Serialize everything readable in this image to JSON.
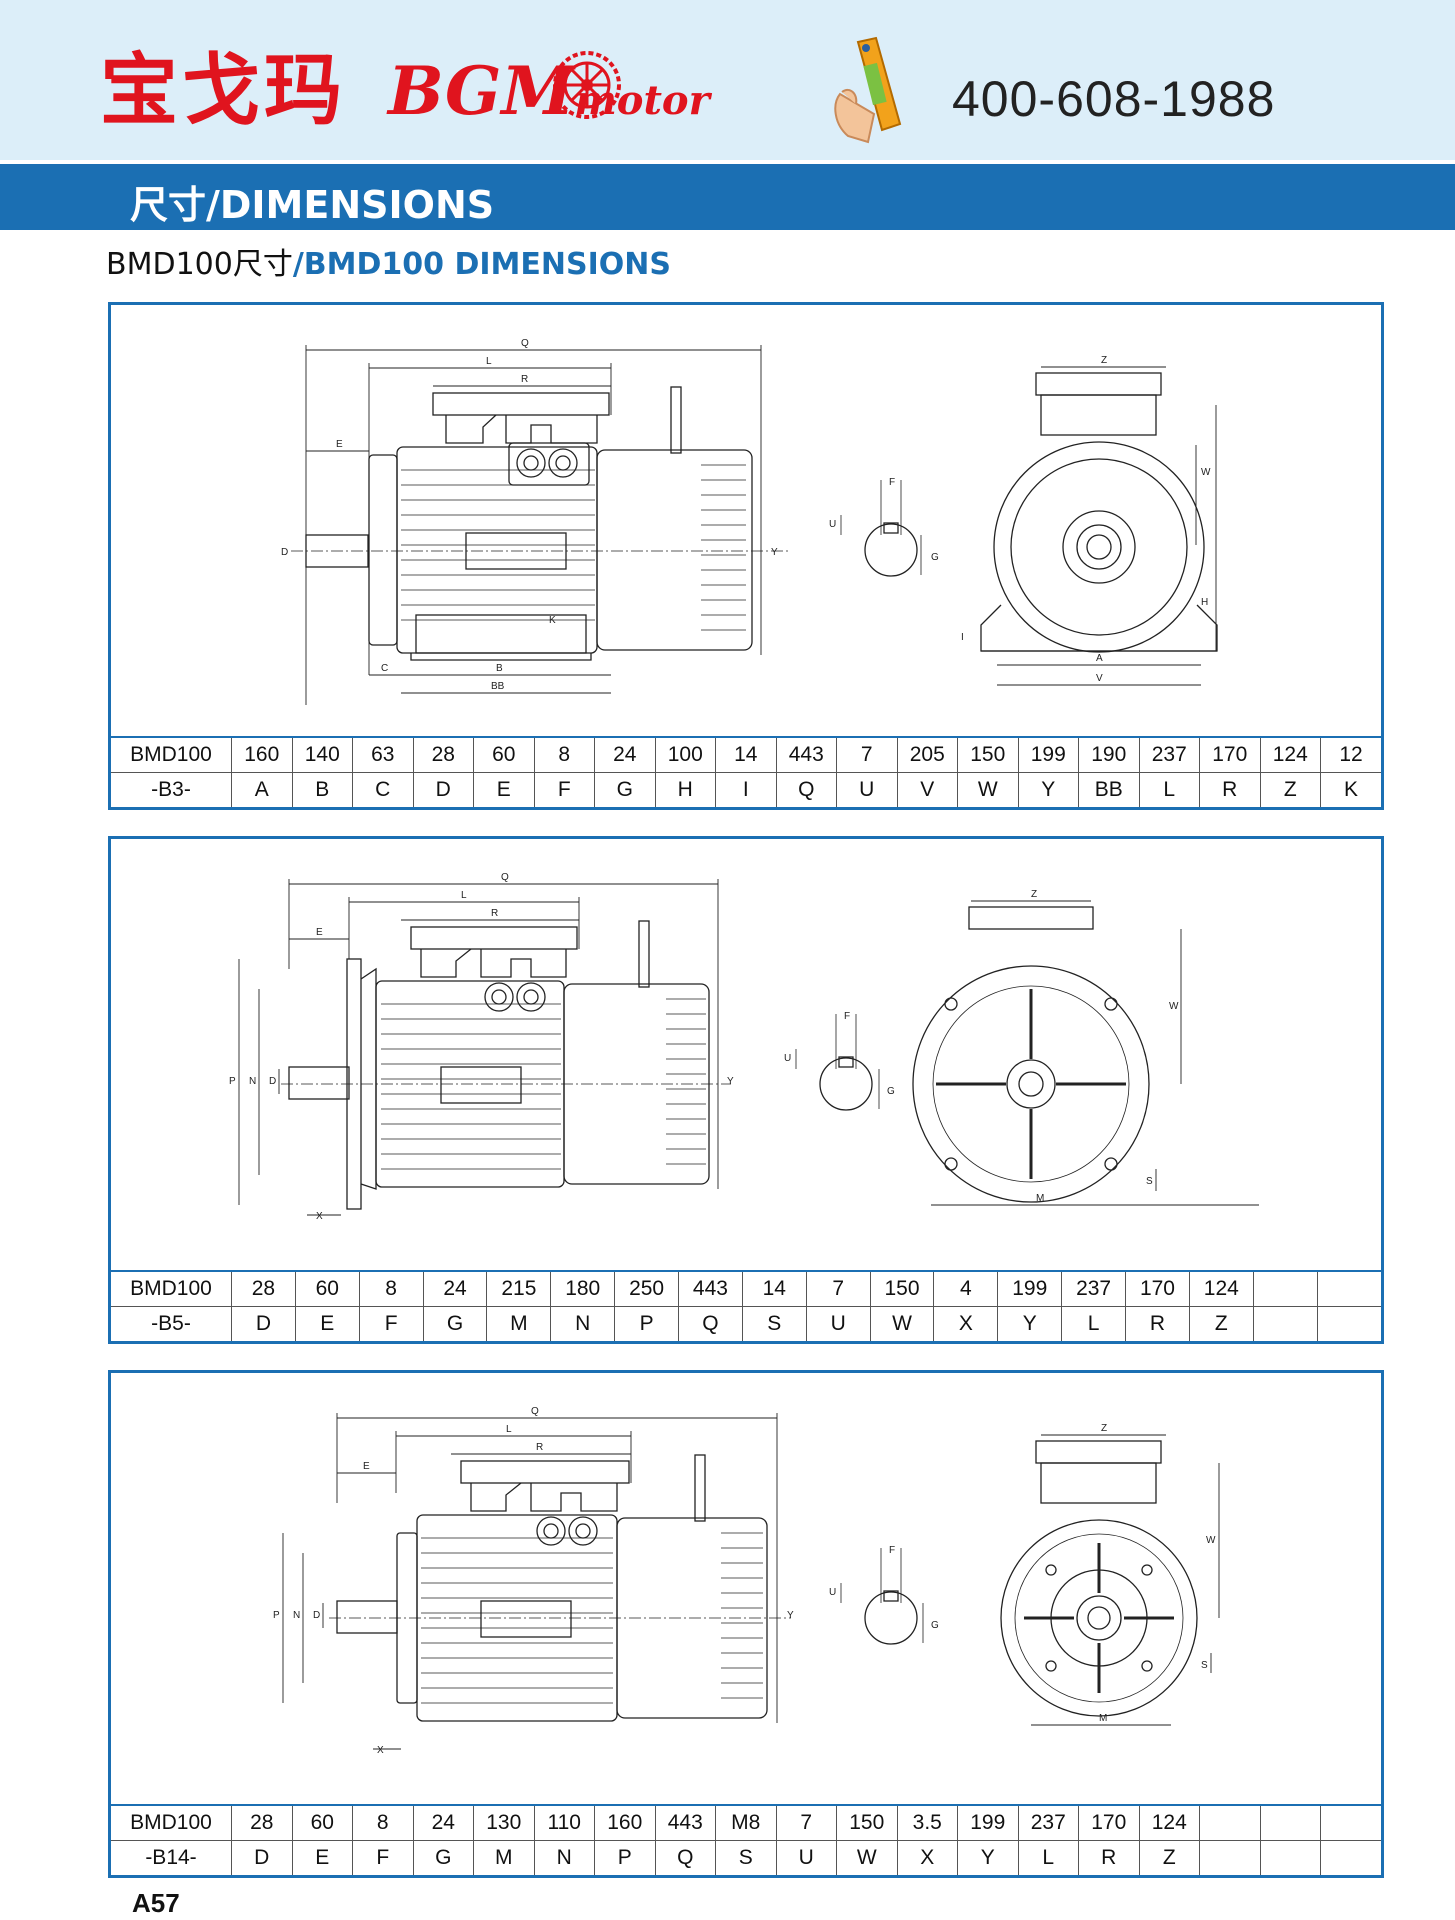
{
  "header": {
    "logo_cn": "宝戈玛",
    "logo_en_big": "BGM",
    "logo_en_small": "motor",
    "phone": "400-608-1988"
  },
  "section_title": "尺寸/DIMENSIONS",
  "subtitle_cn": "BMD100尺寸",
  "subtitle_en": "/BMD100 DIMENSIONS",
  "tables": {
    "b3": {
      "model": "BMD100",
      "mount": "-B3-",
      "values": [
        "160",
        "140",
        "63",
        "28",
        "60",
        "8",
        "24",
        "100",
        "14",
        "443",
        "7",
        "205",
        "150",
        "199",
        "190",
        "237",
        "170",
        "124",
        "12"
      ],
      "codes": [
        "A",
        "B",
        "C",
        "D",
        "E",
        "F",
        "G",
        "H",
        "I",
        "Q",
        "U",
        "V",
        "W",
        "Y",
        "BB",
        "L",
        "R",
        "Z",
        "K"
      ]
    },
    "b5": {
      "model": "BMD100",
      "mount": "-B5-",
      "values": [
        "28",
        "60",
        "8",
        "24",
        "215",
        "180",
        "250",
        "443",
        "14",
        "7",
        "150",
        "4",
        "199",
        "237",
        "170",
        "124",
        "",
        ""
      ],
      "codes": [
        "D",
        "E",
        "F",
        "G",
        "M",
        "N",
        "P",
        "Q",
        "S",
        "U",
        "W",
        "X",
        "Y",
        "L",
        "R",
        "Z",
        "",
        ""
      ]
    },
    "b14": {
      "model": "BMD100",
      "mount": "-B14-",
      "values": [
        "28",
        "60",
        "8",
        "24",
        "130",
        "110",
        "160",
        "443",
        "M8",
        "7",
        "150",
        "3.5",
        "199",
        "237",
        "170",
        "124"
      ],
      "codes": [
        "D",
        "E",
        "F",
        "G",
        "M",
        "N",
        "P",
        "Q",
        "S",
        "U",
        "W",
        "X",
        "Y",
        "L",
        "R",
        "Z"
      ]
    }
  },
  "page_number": "A57",
  "colors": {
    "brand_red": "#e0141e",
    "brand_blue": "#1b6fb3",
    "band": "#dceef9"
  }
}
